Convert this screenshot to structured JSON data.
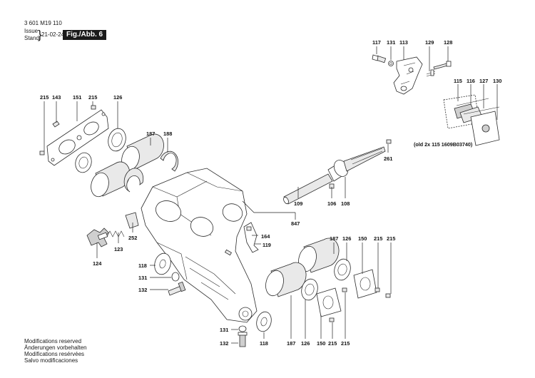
{
  "header": {
    "doc_number": "3 601 M19 110",
    "issue_label": "Issue",
    "stand_label": "Stand",
    "date": "21-02-24",
    "figure_label": "Fig./Abb. 6"
  },
  "note": "(old 2x 115 1609B03740)",
  "footer": {
    "lines": [
      "Modifications reserved",
      "Änderungen vorbehalten",
      "Modifications resérvées",
      "Salvo modificaciones"
    ]
  },
  "labels": {
    "l117": "117",
    "l131a": "131",
    "l113": "113",
    "l129": "129",
    "l128": "128",
    "l115": "115",
    "l116": "116",
    "l127": "127",
    "l130": "130",
    "l215a": "215",
    "l143": "143",
    "l151": "151",
    "l215b": "215",
    "l126a": "126",
    "l187a": "187",
    "l188": "188",
    "l261": "261",
    "l109": "109",
    "l106": "106",
    "l108": "108",
    "l847": "847",
    "l252": "252",
    "l164": "164",
    "l119": "119",
    "l123": "123",
    "l124": "124",
    "l187b": "187",
    "l126b": "126",
    "l150a": "150",
    "l215c": "215",
    "l215d": "215",
    "l118a": "118",
    "l131b": "131",
    "l132a": "132",
    "l131c": "131",
    "l132b": "132",
    "l118b": "118",
    "l187c": "187",
    "l126c": "126",
    "l150b": "150",
    "l215e": "215",
    "l215f": "215"
  }
}
